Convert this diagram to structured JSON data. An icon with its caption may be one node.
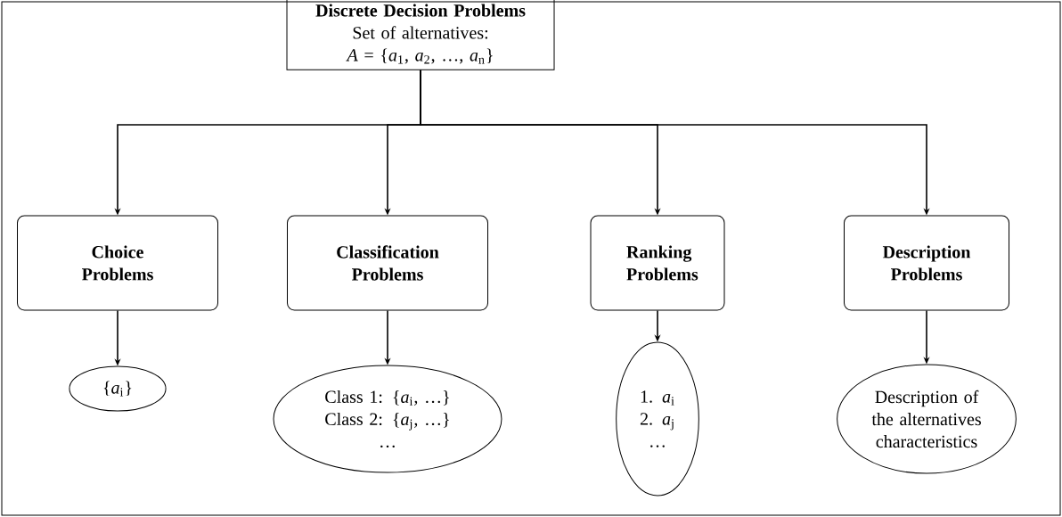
{
  "diagram": {
    "nodes": [
      {
        "text": [
          "Discrete Decision Problems",
          "Set of alternatives: *A* = {*a*$_{1}$, *a*$_{2}$, …, *a*$_{n}$}"
        ]
      },
      {
        "text": [
          "Choice Problems"
        ]
      },
      {
        "text": [
          "Classification Problems"
        ]
      },
      {
        "text": [
          "Ranking Problems"
        ]
      },
      {
        "text": [
          "Description Problems"
        ]
      },
      {
        "text": [
          "{*a*$_{i}$}"
        ]
      },
      {
        "text": [
          "Class 1: {*a*$_{i}$, …}",
          "Class 2: {*a*$_{j}$, …}",
          "…"
        ]
      },
      {
        "text": [
          "1. *a*$_{i}$",
          "2. *a*$_{j}$",
          "…"
        ]
      },
      {
        "text": [
          "Description of the alternatives characteristics"
        ]
      }
    ],
    "edges": [
      {
        "from": 0,
        "to": 1,
        "arrow": "to"
      },
      {
        "from": 0,
        "to": 2,
        "arrow": "to"
      },
      {
        "from": 0,
        "to": 3,
        "arrow": "to"
      },
      {
        "from": 0,
        "to": 4,
        "arrow": "to"
      },
      {
        "from": 1,
        "to": 5,
        "arrow": "to"
      },
      {
        "from": 2,
        "to": 6,
        "arrow": "to"
      },
      {
        "from": 3,
        "to": 7,
        "arrow": "to"
      },
      {
        "from": 4,
        "to": 8,
        "arrow": "to"
      }
    ]
  }
}
